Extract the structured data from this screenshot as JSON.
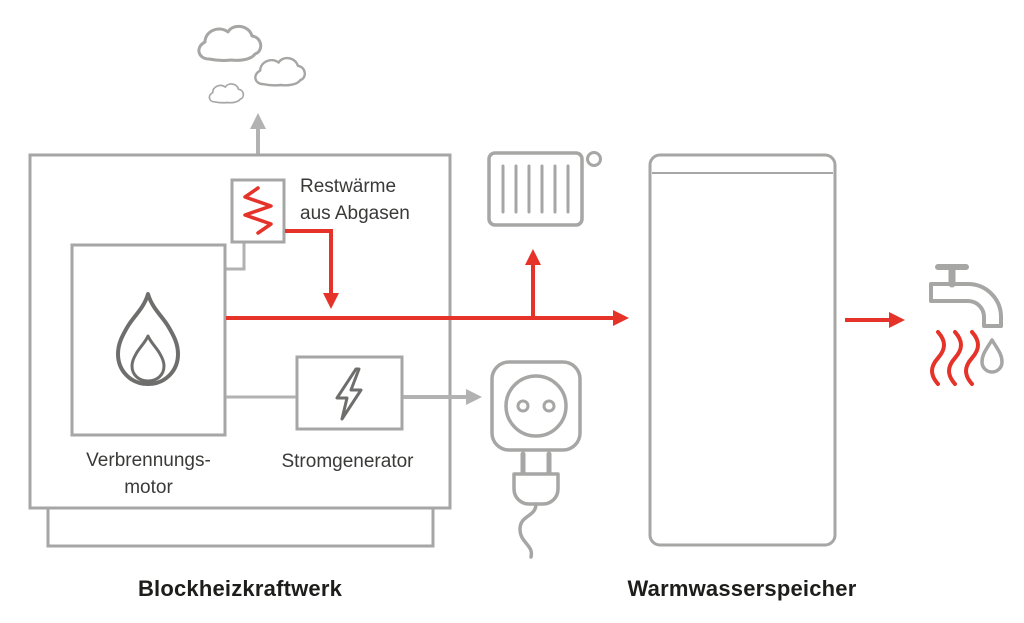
{
  "colors": {
    "accent_red": "#e5332a",
    "outline_gray": "#a6a6a5",
    "arrow_gray": "#b2b2b2",
    "icon_dark_gray": "#6e6e6d",
    "text_dark": "#3a3a39",
    "title_dark": "#1d1d1b",
    "background": "#ffffff"
  },
  "labels": {
    "residual_heat_line1": "Restwärme",
    "residual_heat_line2": "aus Abgasen",
    "engine_line1": "Verbrennungs-",
    "engine_line2": "motor",
    "generator": "Stromgenerator",
    "chp_title": "Blockheizkraftwerk",
    "storage_title": "Warmwasserspeicher"
  },
  "icons": {
    "smoke_clouds": "exhaust smoke clouds",
    "exhaust_arrow_up": "gray arrow up",
    "heat_exchanger_coil": "red zigzag coil",
    "flame": "combustion flame outline",
    "lightning_bolt": "generator lightning bolt",
    "radiator": "heating radiator with valve",
    "heat_arrow_up": "red arrow up",
    "heat_flow_arrow": "red arrow right",
    "residual_heat_arrow": "red elbow arrow down",
    "power_outlet": "round electrical socket",
    "power_plug": "plug with cable",
    "hot_water_arrow": "red arrow right",
    "water_tap": "faucet",
    "heat_waves": "red heat waves",
    "water_drop": "water droplet"
  }
}
